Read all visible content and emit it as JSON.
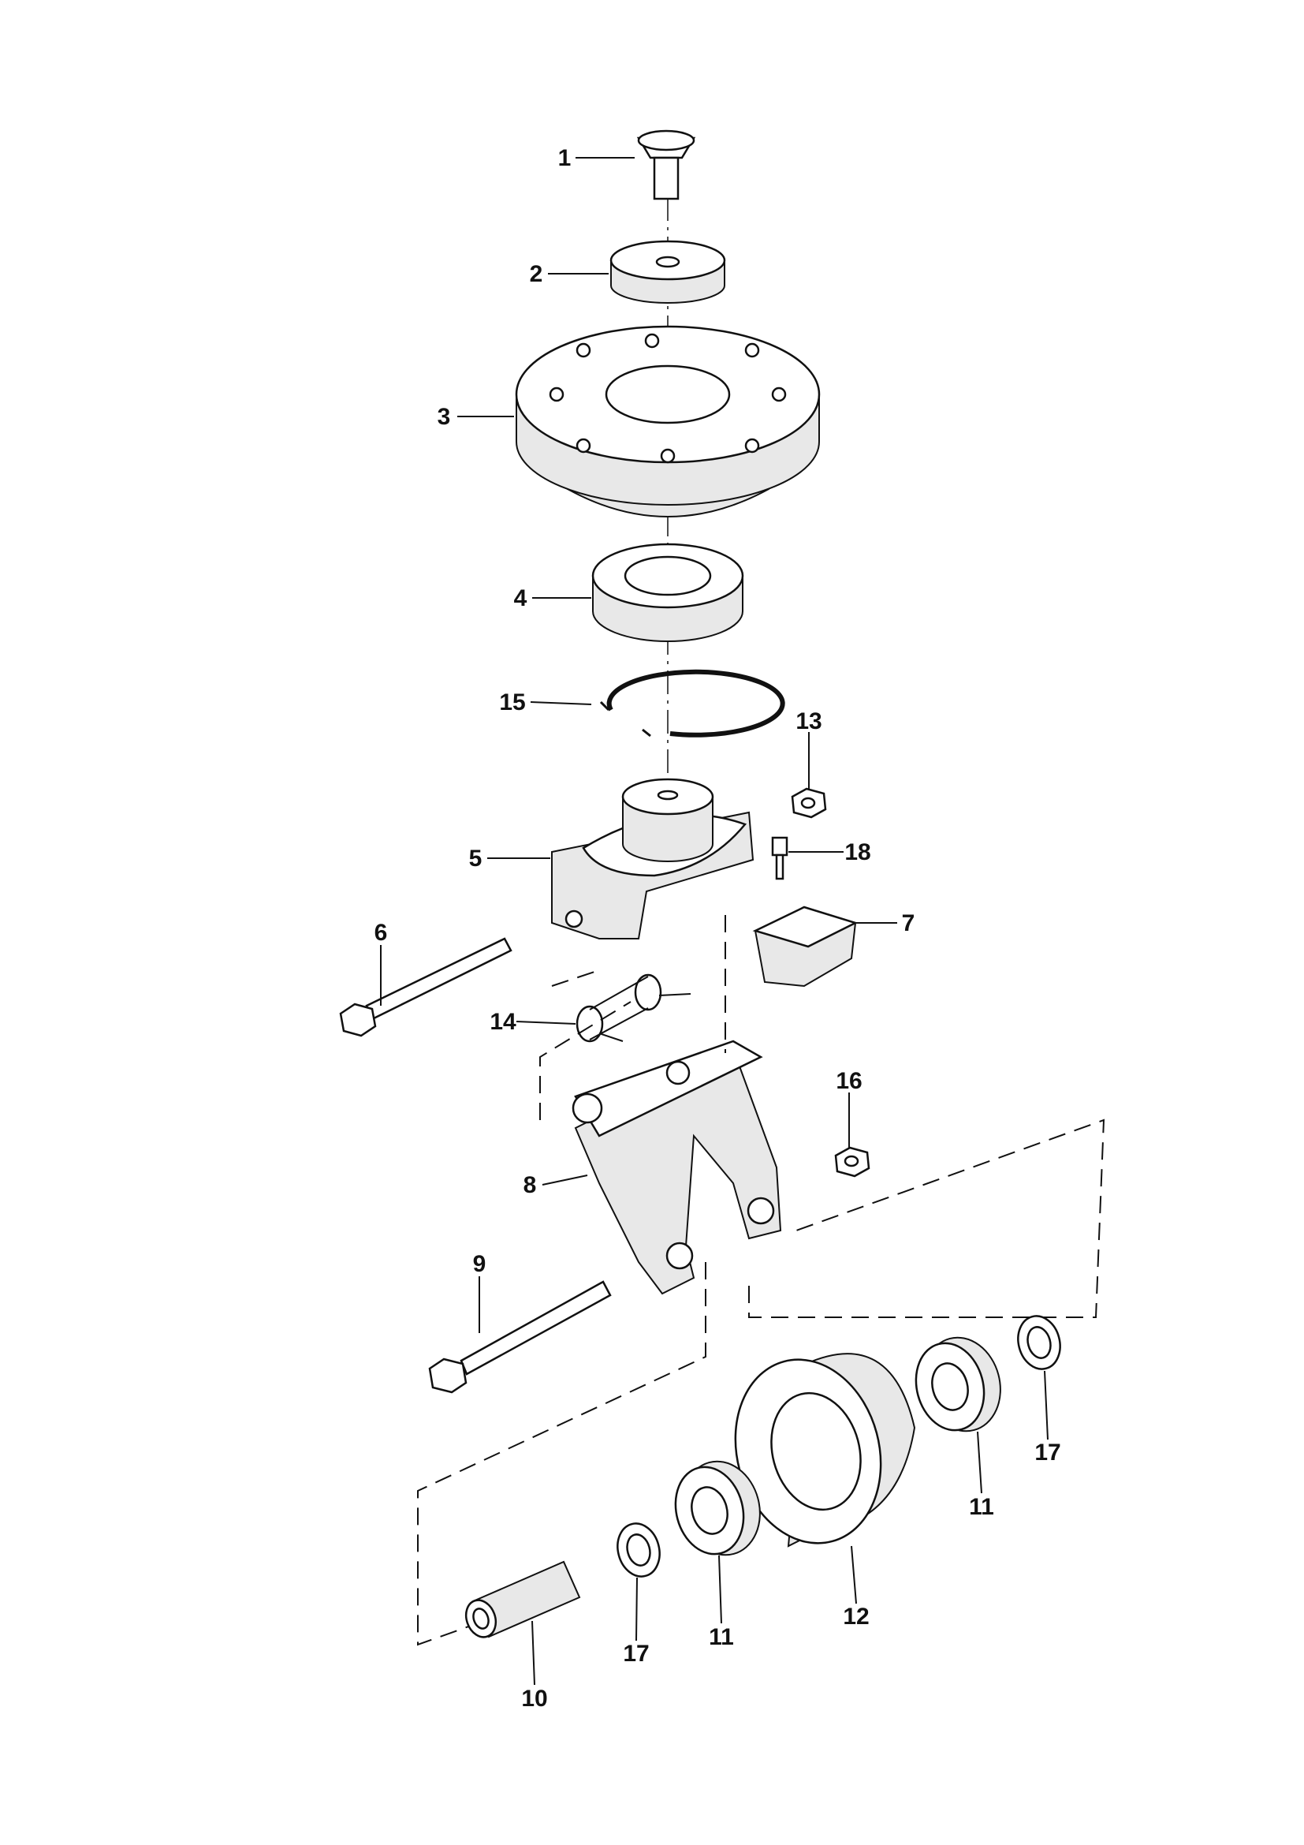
{
  "diagram": {
    "type": "exploded parts view",
    "callouts": [
      {
        "id": "c1",
        "label": "1"
      },
      {
        "id": "c2",
        "label": "2"
      },
      {
        "id": "c3",
        "label": "3"
      },
      {
        "id": "c4",
        "label": "4"
      },
      {
        "id": "c15",
        "label": "15"
      },
      {
        "id": "c13",
        "label": "13"
      },
      {
        "id": "c5",
        "label": "5"
      },
      {
        "id": "c18",
        "label": "18"
      },
      {
        "id": "c7",
        "label": "7"
      },
      {
        "id": "c6",
        "label": "6"
      },
      {
        "id": "c14",
        "label": "14"
      },
      {
        "id": "c16",
        "label": "16"
      },
      {
        "id": "c8",
        "label": "8"
      },
      {
        "id": "c9",
        "label": "9"
      },
      {
        "id": "c17a",
        "label": "17"
      },
      {
        "id": "c11a",
        "label": "11"
      },
      {
        "id": "c12",
        "label": "12"
      },
      {
        "id": "c11b",
        "label": "11"
      },
      {
        "id": "c17b",
        "label": "17"
      },
      {
        "id": "c10",
        "label": "10"
      }
    ]
  }
}
